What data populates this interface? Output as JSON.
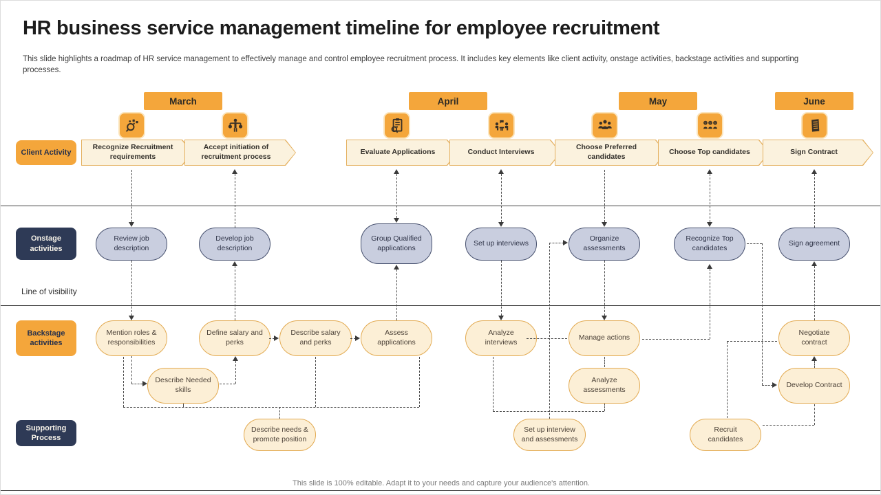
{
  "header": {
    "title": "HR business service management timeline for employee recruitment",
    "subtitle": "This slide highlights a roadmap of HR service management to effectively manage and control employee recruitment process. It includes key elements like client activity,  onstage activities, backstage activities and supporting processes."
  },
  "timeline": {
    "months": [
      "March",
      "April",
      "May",
      "June"
    ]
  },
  "rows": {
    "client": {
      "label": "Client Activity",
      "steps": [
        {
          "label": "Recognize Recruitment requirements",
          "icon": "magnifier-insights-icon"
        },
        {
          "label": "Accept initiation of recruitment process",
          "icon": "person-balance-icon"
        },
        {
          "label": "Evaluate Applications",
          "icon": "document-review-icon"
        },
        {
          "label": "Conduct Interviews",
          "icon": "interview-icon"
        },
        {
          "label": "Choose Preferred candidates",
          "icon": "candidates-group-icon"
        },
        {
          "label": "Choose Top candidates",
          "icon": "top-candidates-icon"
        },
        {
          "label": "Sign Contract",
          "icon": "contract-icon"
        }
      ]
    },
    "onstage": {
      "label": "Onstage activities",
      "items": [
        "Review job description",
        "Develop job description",
        "Group Qualified applications",
        "Set up interviews",
        "Organize assessments",
        "Recognize Top candidates",
        "Sign agreement"
      ]
    },
    "visibility_label": "Line  of visibility",
    "backstage": {
      "label": "Backstage activities",
      "items": [
        "Mention roles & responsibilities",
        "Define salary and perks",
        "Describe salary and perks",
        "Assess applications",
        "Analyze interviews",
        "Manage actions",
        "Negotiate contract",
        "Describe Needed skills",
        "Analyze assessments",
        "Develop Contract"
      ]
    },
    "supporting": {
      "label": "Supporting Process",
      "items": [
        "Describe needs & promote position",
        "Set up interview and assessments",
        "Recruit candidates"
      ]
    }
  },
  "footer": {
    "note": "This slide is 100% editable. Adapt it to your needs and capture your audience's attention."
  },
  "colors": {
    "orange": "#F4A63B",
    "cream_arrow": "#FBF2DE",
    "cream_pill": "#FCEFD6",
    "pill_border_orange": "#E2A94F",
    "navy": "#2E3A56",
    "onstage_fill": "#C9CEDF",
    "onstage_border": "#454F6D",
    "dashed_line": "#4A4A4A"
  }
}
